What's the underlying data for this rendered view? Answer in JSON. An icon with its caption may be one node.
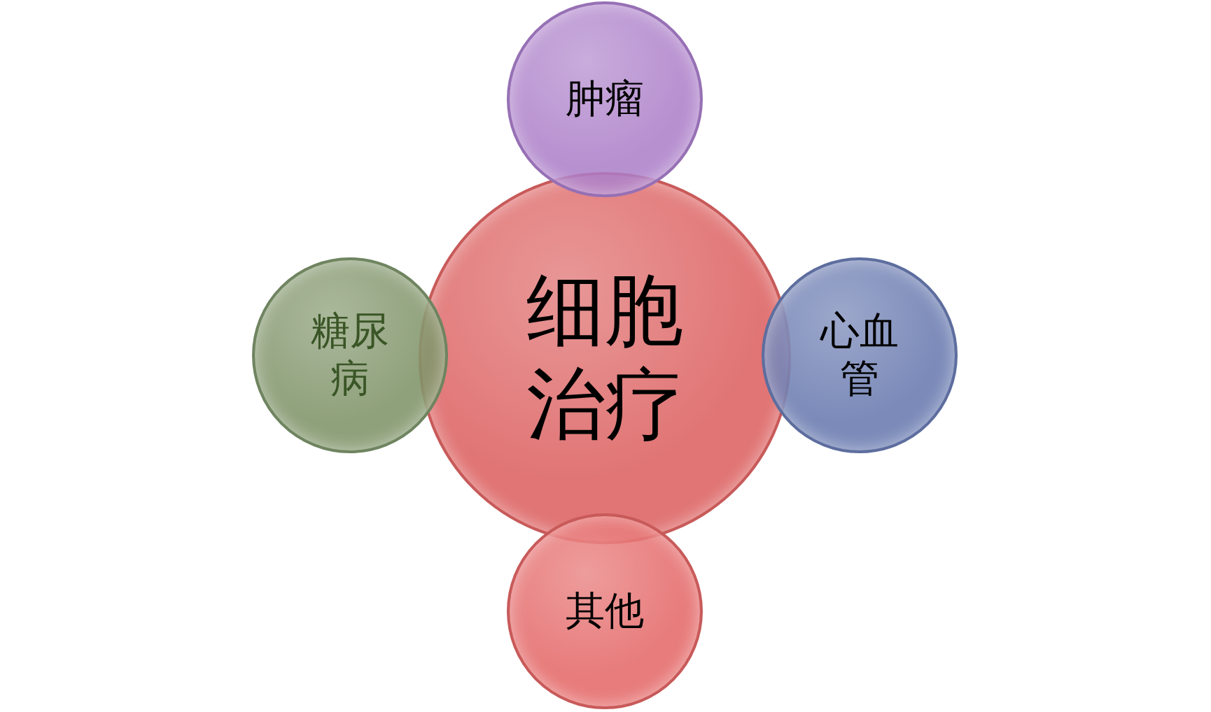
{
  "diagram": {
    "nodes": [
      {
        "text": [
          "细胞治疗"
        ]
      },
      {
        "text": [
          "肿瘤"
        ]
      },
      {
        "text": [
          "糖尿病"
        ]
      },
      {
        "text": [
          "心血管"
        ]
      },
      {
        "text": [
          "其他"
        ]
      }
    ]
  }
}
